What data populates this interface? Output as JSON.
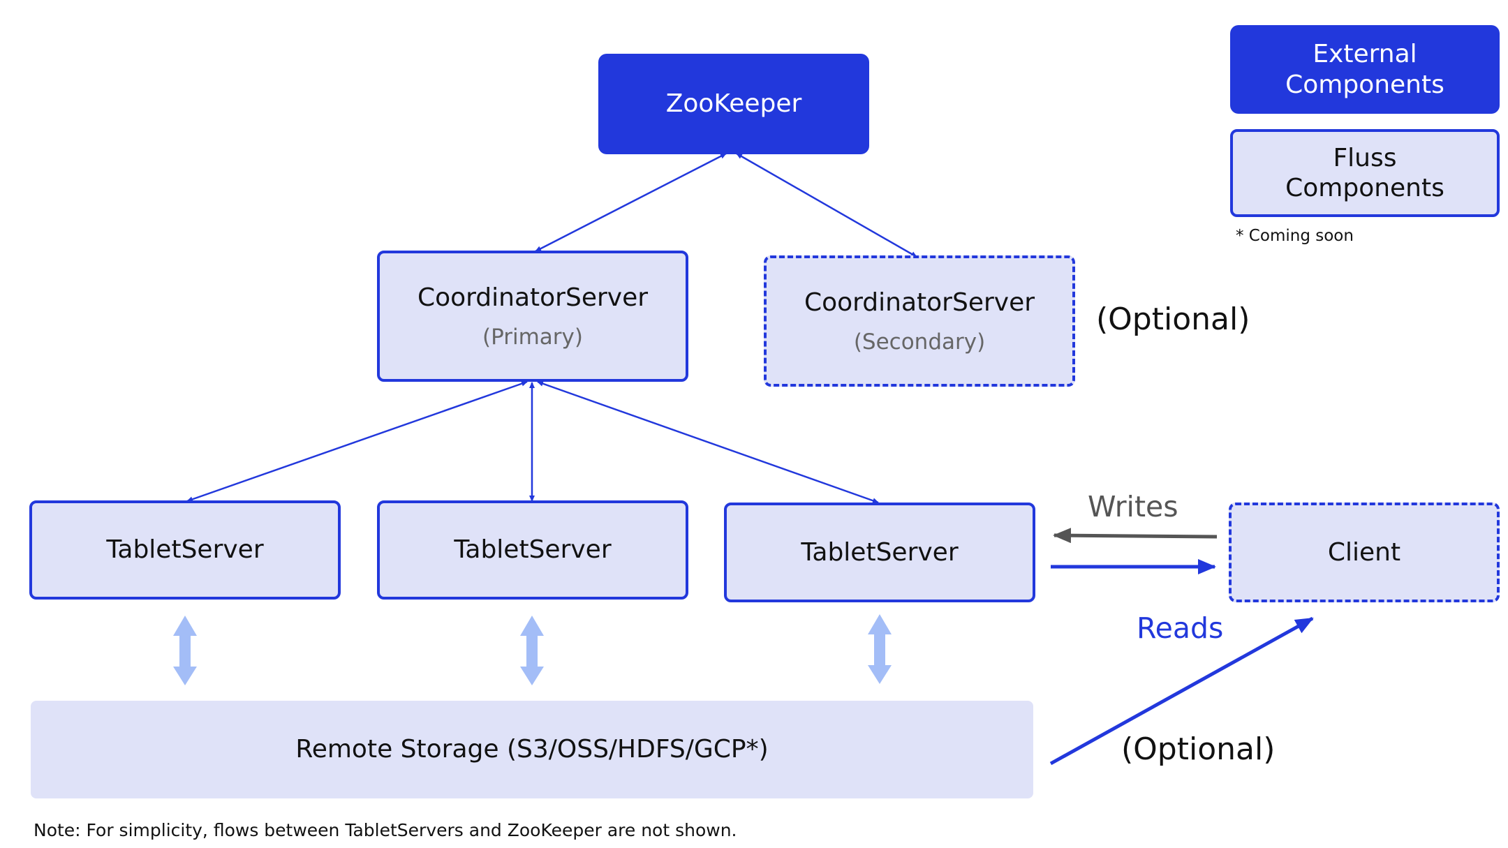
{
  "nodes": {
    "zookeeper": {
      "title": "ZooKeeper"
    },
    "coordinator_primary": {
      "title": "CoordinatorServer",
      "subtitle": "(Primary)"
    },
    "coordinator_secondary": {
      "title": "CoordinatorServer",
      "subtitle": "(Secondary)"
    },
    "tablet_servers": [
      {
        "title": "TabletServer"
      },
      {
        "title": "TabletServer"
      },
      {
        "title": "TabletServer"
      }
    ],
    "client": {
      "title": "Client"
    },
    "remote_storage": {
      "title": "Remote Storage (S3/OSS/HDFS/GCP*)"
    }
  },
  "labels": {
    "optional_coordinator": "(Optional)",
    "optional_storage": "(Optional)",
    "writes": "Writes",
    "reads": "Reads"
  },
  "legend": {
    "external": "External Components",
    "fluss": "Fluss Components",
    "coming_soon": "* Coming soon"
  },
  "note": "Note: For simplicity, flows between TabletServers and ZooKeeper are not shown.",
  "colors": {
    "external_fill": "#2238dc",
    "fluss_fill": "#dfe2f8",
    "border": "#2238dc",
    "storage_arrow": "#a3bdf7",
    "writes_arrow": "#555555"
  }
}
